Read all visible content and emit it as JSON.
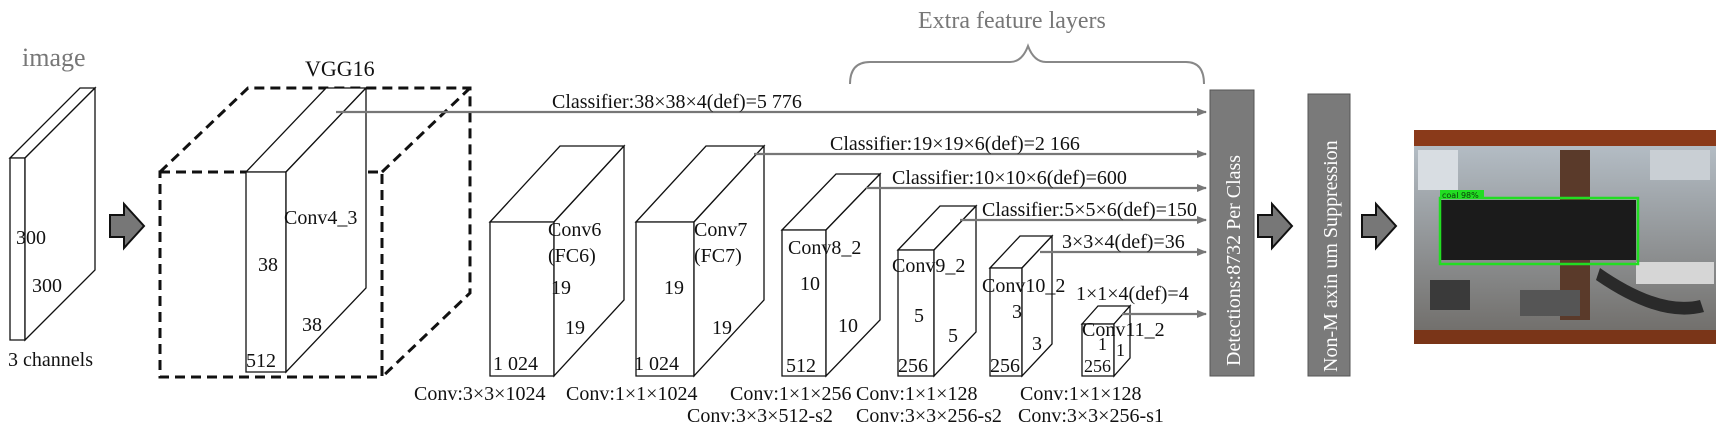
{
  "title": "VGG16",
  "input": {
    "label": "image",
    "size_a": "300",
    "size_b": "300",
    "channels": "3 channels"
  },
  "extra_label": "Extra feature layers",
  "blocks": [
    {
      "name": "Conv4_3",
      "sub": "",
      "h": "38",
      "w": "38",
      "depth": "512"
    },
    {
      "name": "Conv6",
      "sub": "(FC6)",
      "h": "19",
      "w": "19",
      "depth": "1 024"
    },
    {
      "name": "Conv7",
      "sub": "(FC7)",
      "h": "19",
      "w": "19",
      "depth": "1 024"
    },
    {
      "name": "Conv8_2",
      "sub": "",
      "h": "10",
      "w": "10",
      "depth": "512"
    },
    {
      "name": "Conv9_2",
      "sub": "",
      "h": "5",
      "w": "5",
      "depth": "256"
    },
    {
      "name": "Conv10_2",
      "sub": "",
      "h": "3",
      "w": "3",
      "depth": "256"
    },
    {
      "name": "Conv11_2",
      "sub": "",
      "h": "1",
      "w": "1",
      "depth": "256"
    }
  ],
  "conv_labels": [
    "Conv:3×3×1024",
    "Conv:1×1×1024",
    "Conv:1×1×256",
    "Conv:3×3×512-s2",
    "Conv:1×1×128",
    "Conv:3×3×256-s2",
    "Conv:1×1×128",
    "Conv:3×3×256-s1"
  ],
  "classifiers": [
    "Classifier:38×38×4(def)=5 776",
    "Classifier:19×19×6(def)=2 166",
    "Classifier:10×10×6(def)=600",
    "Classifier:5×5×6(def)=150",
    "3×3×4(def)=36",
    "1×1×4(def)=4"
  ],
  "detections_label": "Detections:8732 Per Class",
  "nms_label": "Non-M axin um Suppression",
  "output_image": {
    "tag": "coal 98%",
    "colors": {
      "box": "#22dd22",
      "frame": "#8a3a1a"
    }
  }
}
